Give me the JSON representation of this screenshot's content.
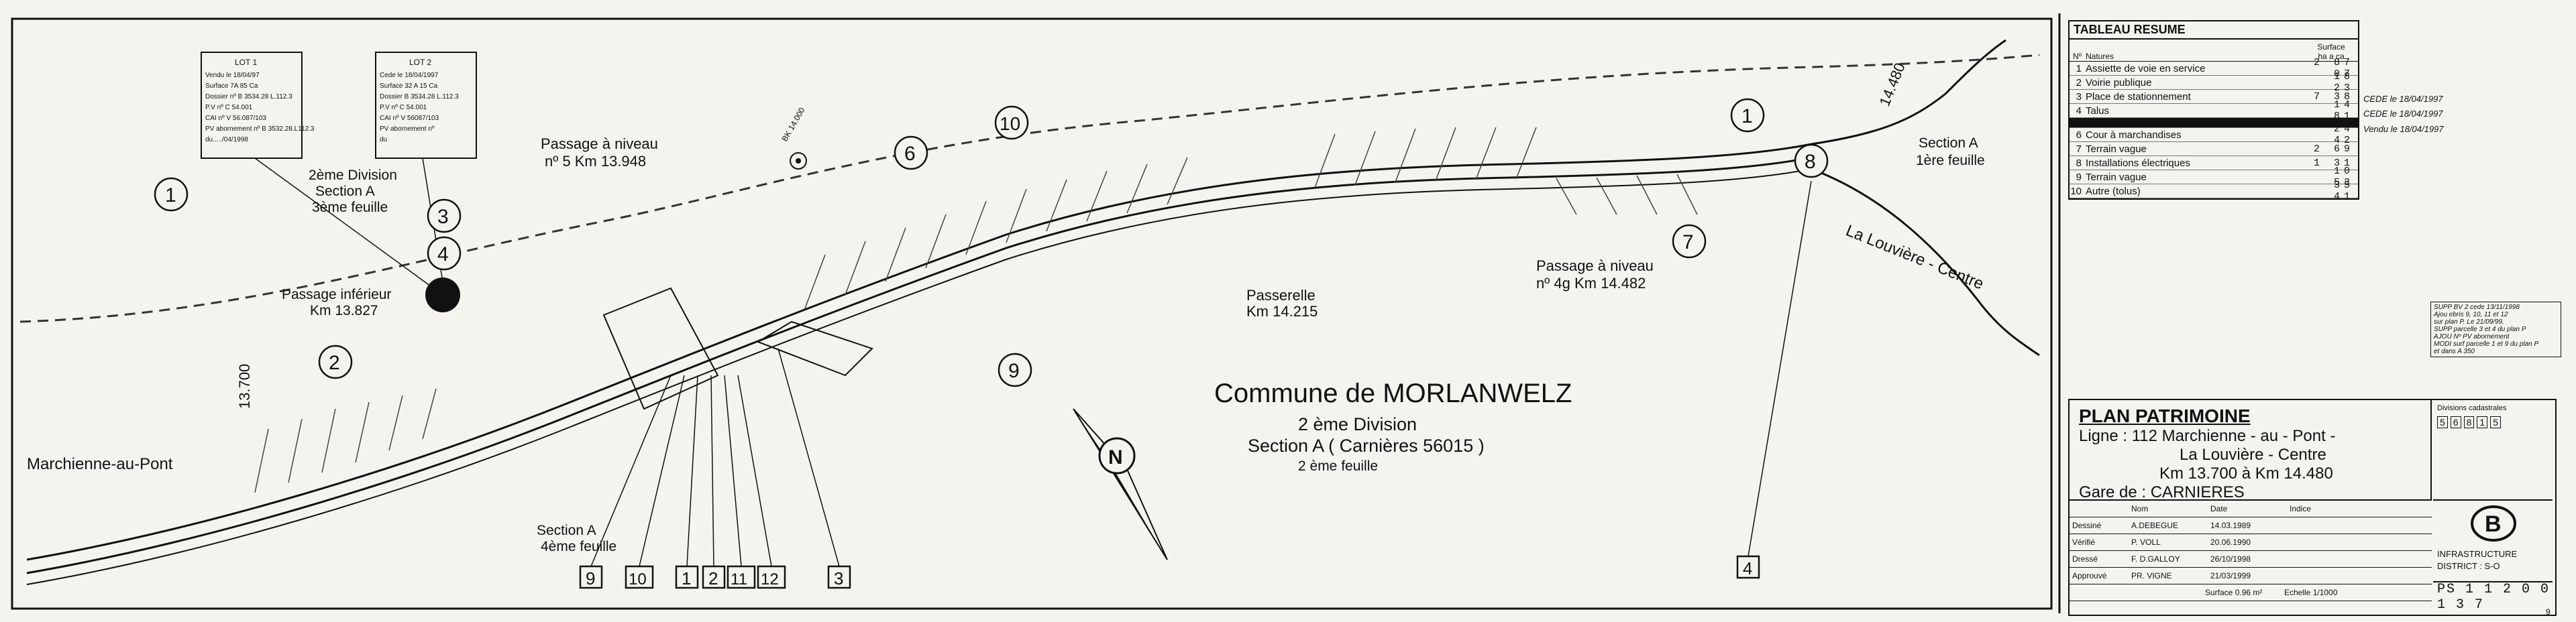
{
  "lots": [
    {
      "title": "LOT 1",
      "lines": [
        "Vendu le 18/04/97",
        "Surface 7A 85 Ca",
        "Dossier nº B 3534.28 L.112.3",
        "P.V nº C 54.001",
        "CAI nº V 56.087/103",
        "PV abornement nº B 3532.28.L112.3",
        "du...../04/1998"
      ]
    },
    {
      "title": "LOT 2",
      "lines": [
        "Cede le 18/04/1997",
        "Surface 32 A 15 Ca",
        "Dossier B 3534.28 L.112.3",
        "P.V nº C 54.001",
        "CAI nº V 56087/103",
        "PV abornement nº",
        "du"
      ]
    }
  ],
  "parcel_labels": [
    "1",
    "2",
    "3",
    "4",
    "6",
    "7",
    "8",
    "9",
    "10"
  ],
  "plan_texts": {
    "div_2_a3": [
      "2ème Division",
      "Section A",
      "3ème feuille"
    ],
    "passage_inferieur": [
      "Passage inférieur",
      "Km 13.827"
    ],
    "passage_niveau_5": [
      "Passage à niveau",
      "nº 5 Km 13.948"
    ],
    "passerelle": [
      "Passerelle",
      "Km 14.215"
    ],
    "passage_niveau_4": [
      "Passage à niveau",
      "nº 4g Km 14.482"
    ],
    "la_louviere": "La Louvière - Centre",
    "section_a1": [
      "Section A",
      "1ère feuille"
    ],
    "section_a4": [
      "Section A",
      "4ème feuille"
    ],
    "marchienne": "Marchienne-au-Pont",
    "km_start": "13.700",
    "km_end": "14.480",
    "bk": "BK 14.000",
    "commune": "Commune de MORLANWELZ",
    "division": "2 ème Division",
    "section": "Section A ( Carnières 56015 )",
    "feuille": "2 ème feuille"
  },
  "bottom_boxes": [
    "9",
    "10",
    "1",
    "2",
    "11",
    "12",
    "3",
    "4"
  ],
  "tableau": {
    "title": "TABLEAU RESUME",
    "col_num": "Nº",
    "col_nature": "Natures",
    "col_surface": "Surface",
    "col_units": "ha  a  ca",
    "rows": [
      {
        "n": "1",
        "label": "Assiette de voie en service",
        "val": "2 87 07"
      },
      {
        "n": "2",
        "label": "Voirie publique",
        "val": "18 23"
      },
      {
        "n": "3",
        "label": "Place de stationnement",
        "val": "7 38"
      },
      {
        "n": "4",
        "label": "Talus",
        "val": "14 81"
      },
      {
        "n": "6",
        "label": "Cour à marchandises",
        "val": "24 42"
      },
      {
        "n": "7",
        "label": "Terrain vague",
        "val": "2 69"
      },
      {
        "n": "8",
        "label": "Installations électriques",
        "val": "1 31"
      },
      {
        "n": "9",
        "label": "Terrain vague",
        "val": "10 53"
      },
      {
        "n": "10",
        "label": "Autre  (tolus)",
        "val": "35 41"
      }
    ],
    "notes": [
      "CEDE le 18/04/1997",
      "CEDE le 18/04/1997",
      "Vendu le 18/04/1997"
    ]
  },
  "revisions": [
    "SUPP BV 2 cede 13/11/1998",
    "Ajou ebris 9, 10, 11 et 12",
    "sur plan P. Le 21/09/99.",
    "SUPP parcelle 3 et 4 du plan P",
    "AJOU Nº PV abornement",
    "MODI surf parcelle 1 et 9 du plan P",
    "et dans A 350"
  ],
  "title_block": {
    "title": "PLAN PATRIMOINE",
    "ligne": "Ligne : 112  Marchienne - au - Pont -",
    "ligne2": "La Louvière - Centre",
    "km": "Km 13.700  à  Km 14.480",
    "gare": "Gare de :  CARNIERES",
    "cad_title": "Divisions cadastrales",
    "cad_values": [
      "5",
      "6",
      "8",
      "1",
      "5"
    ],
    "grid_header": [
      "Nom",
      "Date",
      "Indice"
    ],
    "grid_rows": [
      [
        "Dessiné",
        "A.DEBEGUE",
        "14.03.1989"
      ],
      [
        "Vérifié",
        "P. VOLL",
        "20.06.1990"
      ],
      [
        "Dressé",
        "F. D.GALLOY",
        "26/10/1998"
      ],
      [
        "Approuvé",
        "PR. VIGNE",
        "21/03/1999"
      ]
    ],
    "surface": "Surface 0.96 m²",
    "echelle": "Echelle 1/1000",
    "org": "INFRASTRUCTURE",
    "district": "DISTRICT : S-O",
    "ref": "PS 1 1 2 0 0 1 3 7",
    "sheet": "9"
  },
  "colors": {
    "ink": "#111111",
    "paper": "#f4f3ee"
  }
}
